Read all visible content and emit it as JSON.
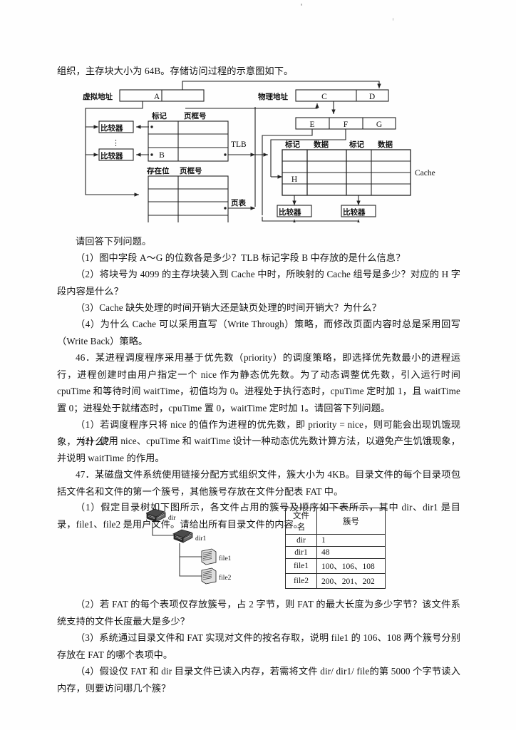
{
  "document": {
    "type": "exam-question-page",
    "language": "zh-CN"
  },
  "paragraphs": {
    "p_intro": "组织，主存块大小为 64B。存储访问过程的示意图如下。",
    "p_ask": "请回答下列问题。",
    "q45_1": "（1）图中字段 A～G 的位数各是多少？TLB 标记字段 B 中存放的是什么信息？",
    "q45_2": "（2）将块号为 4099 的主存块装入到 Cache 中时，所映射的 Cache 组号是多少？对应的 H 字段内容是什么？",
    "q45_3": "（3）Cache 缺失处理的时间开销大还是缺页处理的时间开销大？为什么？",
    "q45_4": "（4）为什么 Cache 可以采用直写（Write Through）策略，而修改页面内容时总是采用回写（Write Back）策略。",
    "q46_stem": "46．某进程调度程序采用基于优先数（priority）的调度策略，即选择优先数最小的进程运行，进程创建时由用户指定一个 nice 作为静态优先数。为了动态调整优先数，引入运行时间 cpuTime 和等待时间 waitTime，初值均为 0。进程处于执行态时，cpuTime 定时加 1，且 waitTime 置 0；进程处于就绪态时，cpuTime 置 0，waitTime 定时加 1。请回答下列问题。",
    "q46_1": "（1）若调度程序只将 nice 的值作为进程的优先数，即 priority = nice，则可能会出现饥饿现象，为什么？",
    "q46_2": "（2）使用 nice、cpuTime 和 waitTime 设计一种动态优先数计算方法，以避免产生饥饿现象，并说明 waitTime 的作用。",
    "q47_stem": "47．某磁盘文件系统使用链接分配方式组织文件，簇大小为 4KB。目录文件的每个目录项包括文件名和文件的第一个簇号，其他簇号存放在文件分配表 FAT 中。",
    "q47_1": "（1）假定目录树如下图所示，各文件占用的簇号及顺序如下表所示，其中 dir、dir1 是目录，file1、file2 是用户文件。请给出所有目录文件的内容。",
    "q47_2": "（2）若 FAT 的每个表项仅存放簇号，占 2 字节，则 FAT 的最大长度为多少字节？该文件系统支持的文件长度最大是多少？",
    "q47_3": "（3）系统通过目录文件和 FAT 实现对文件的按名存取，说明 file1 的 106、108 两个簇号分别存放在 FAT 的哪个表项中。",
    "q47_4": "（4）假设仅 FAT 和 dir 目录文件已读入内存，若需将文件 dir/ dir1/ file的第 5000 个字节读入内存，则要访问哪几个簇？"
  },
  "diagram": {
    "labels": {
      "virtual_address": "虚拟地址",
      "physical_address": "物理地址",
      "tag": "标记",
      "frame_number": "页框号",
      "present_bit": "存在位",
      "data": "数据",
      "comparator": "比较器",
      "tlb": "TLB",
      "page_table": "页表",
      "cache": "Cache",
      "ellipsis": "⋮"
    },
    "fields": {
      "A": "A",
      "B": "B",
      "C": "C",
      "D": "D",
      "E": "E",
      "F": "F",
      "G": "G",
      "H": "H"
    }
  },
  "tree_figure": {
    "nodes": [
      {
        "name": "dir",
        "kind": "folder"
      },
      {
        "name": "dir1",
        "kind": "folder"
      },
      {
        "name": "file1",
        "kind": "file"
      },
      {
        "name": "file2",
        "kind": "file"
      }
    ]
  },
  "clusters_table": {
    "headers": [
      "文件名",
      "簇号"
    ],
    "rows": [
      {
        "name": "dir",
        "clusters": "1"
      },
      {
        "name": "dir1",
        "clusters": "48"
      },
      {
        "name": "file1",
        "clusters": "100、106、108"
      },
      {
        "name": "file2",
        "clusters": "200、201、202"
      }
    ]
  }
}
